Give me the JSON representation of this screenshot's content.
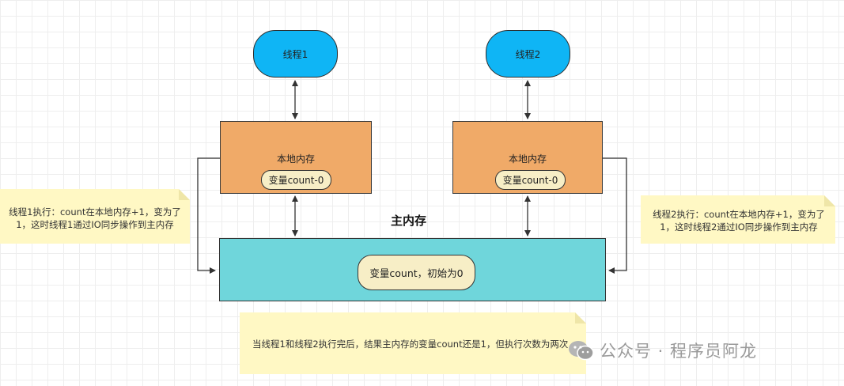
{
  "threads": [
    {
      "label": "线程1"
    },
    {
      "label": "线程2"
    }
  ],
  "local_memories": [
    {
      "title": "本地内存",
      "value": "变量count-0"
    },
    {
      "title": "本地内存",
      "value": "变量count-0"
    }
  ],
  "main_memory": {
    "title": "主内存",
    "value": "变量count，初始为0"
  },
  "notes": {
    "left": "线程1执行：count在本地内存+1，变为了1，这时线程1通过IO同步操作到主内存",
    "right": "线程2执行：count在本地内存+1，变为了1，这时线程2通过IO同步操作到主内存",
    "bottom": "当线程1和线程2执行完后，结果主内存的变量count还是1，但执行次数为两次"
  },
  "watermark": {
    "text": "公众号 · 程序员阿龙",
    "icon": "wechat-icon"
  },
  "colors": {
    "thread": "#0fb5f5",
    "local_memory": "#f0aa68",
    "main_memory": "#6fd6db",
    "pill": "#f7eec6",
    "note": "#fff8c4"
  }
}
